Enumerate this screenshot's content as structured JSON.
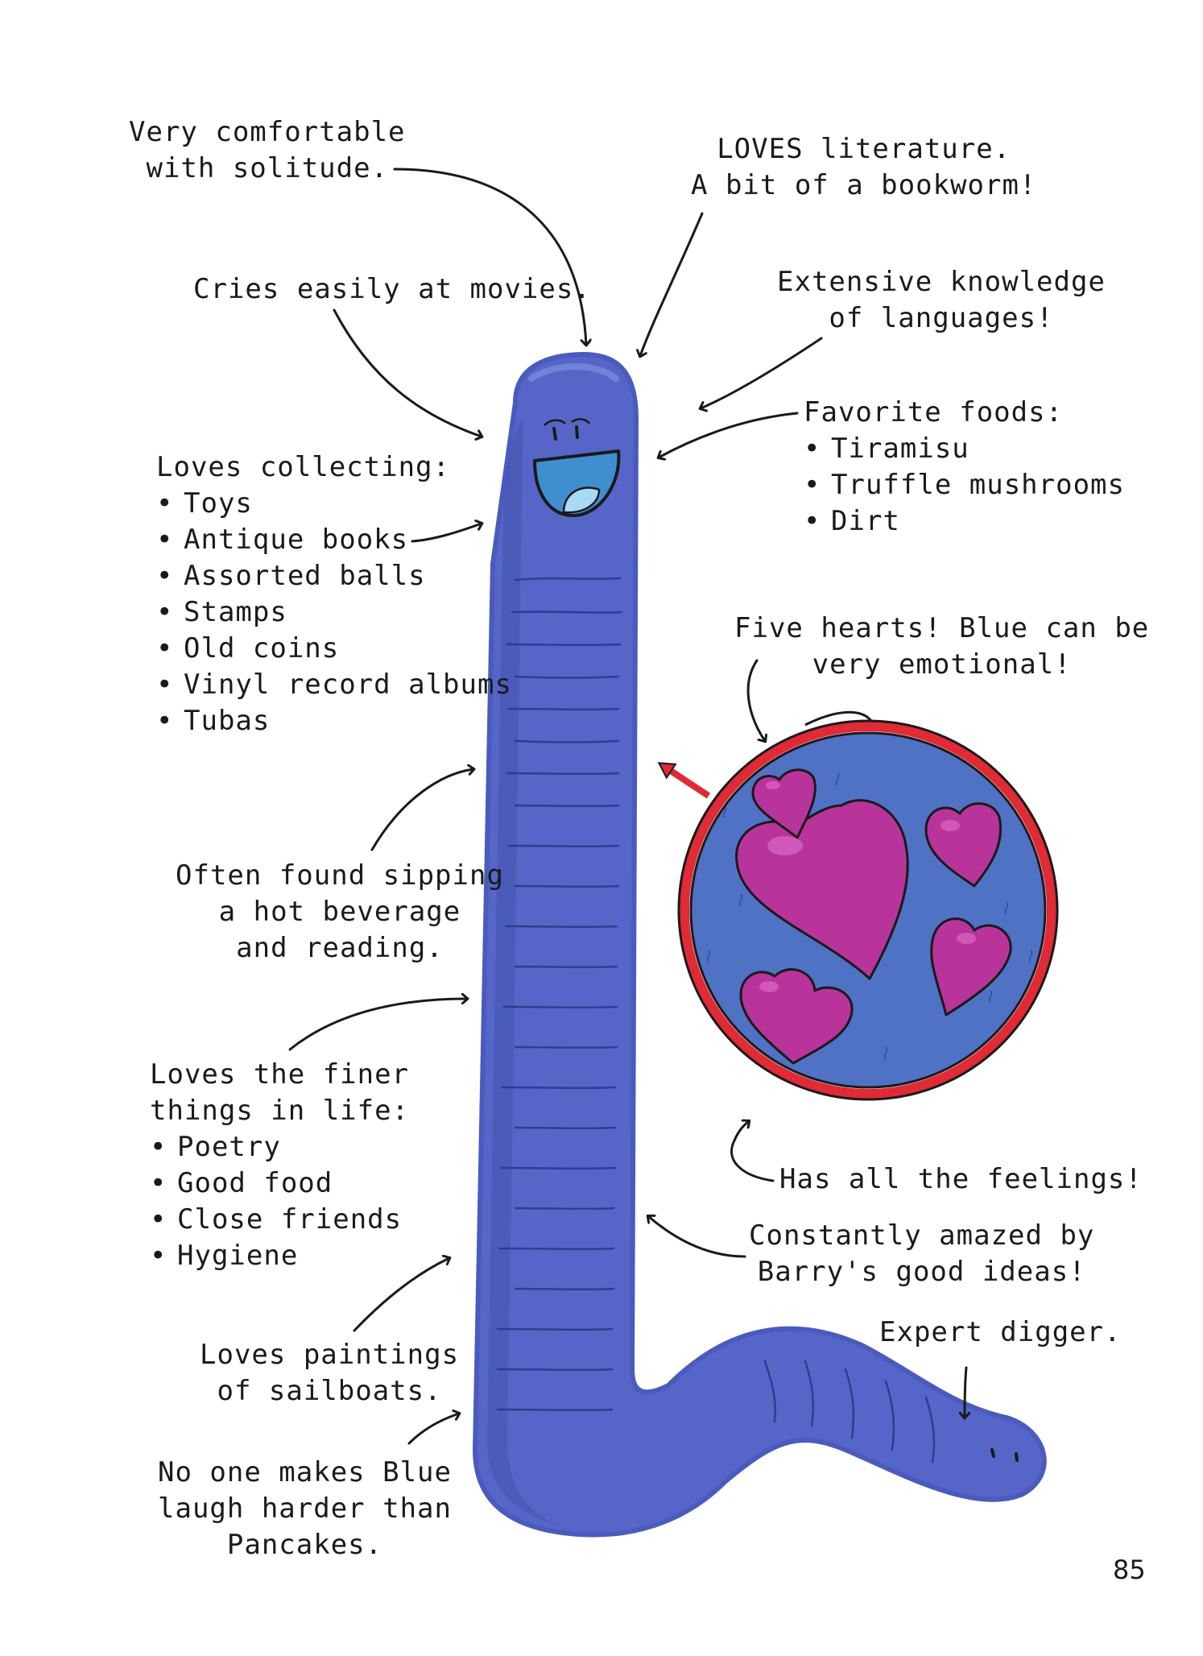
{
  "annotations": {
    "solitude": [
      "Very comfortable",
      "with solitude."
    ],
    "literature": [
      "LOVES literature.",
      "A bit of a bookworm!"
    ],
    "movies": [
      "Cries easily at movies."
    ],
    "languages": [
      "Extensive knowledge",
      "of languages!"
    ],
    "foods": {
      "heading": "Favorite foods:",
      "items": [
        "Tiramisu",
        "Truffle mushrooms",
        "Dirt"
      ]
    },
    "collecting": {
      "heading": "Loves collecting:",
      "items": [
        "Toys",
        "Antique books",
        "Assorted balls",
        "Stamps",
        "Old coins",
        "Vinyl record albums",
        "Tubas"
      ]
    },
    "hearts": [
      "Five hearts! Blue can be",
      "very emotional!"
    ],
    "beverage": [
      "Often found sipping",
      "a hot beverage",
      "and reading."
    ],
    "finer": {
      "heading": [
        "Loves the finer",
        "things in life:"
      ],
      "items": [
        "Poetry",
        "Good food",
        "Close friends",
        "Hygiene"
      ]
    },
    "feelings": [
      "Has all the feelings!"
    ],
    "barry": [
      "Constantly amazed by",
      "Barry's good ideas!"
    ],
    "digger": [
      "Expert digger."
    ],
    "sailboats": [
      "Loves paintings",
      "of sailboats."
    ],
    "pancakes": [
      "No one makes Blue",
      "laugh harder than",
      "Pancakes."
    ]
  },
  "page_number": "85",
  "colors": {
    "worm_body": "#5566c8",
    "worm_shadow": "#3f4ea8",
    "worm_highlight": "#7f8ee0",
    "heart_fill": "#b8349a",
    "heart_light": "#d760bf",
    "circle_ring": "#e02a35",
    "circle_fill": "#4f72c4",
    "ink": "#1a1a1a"
  }
}
